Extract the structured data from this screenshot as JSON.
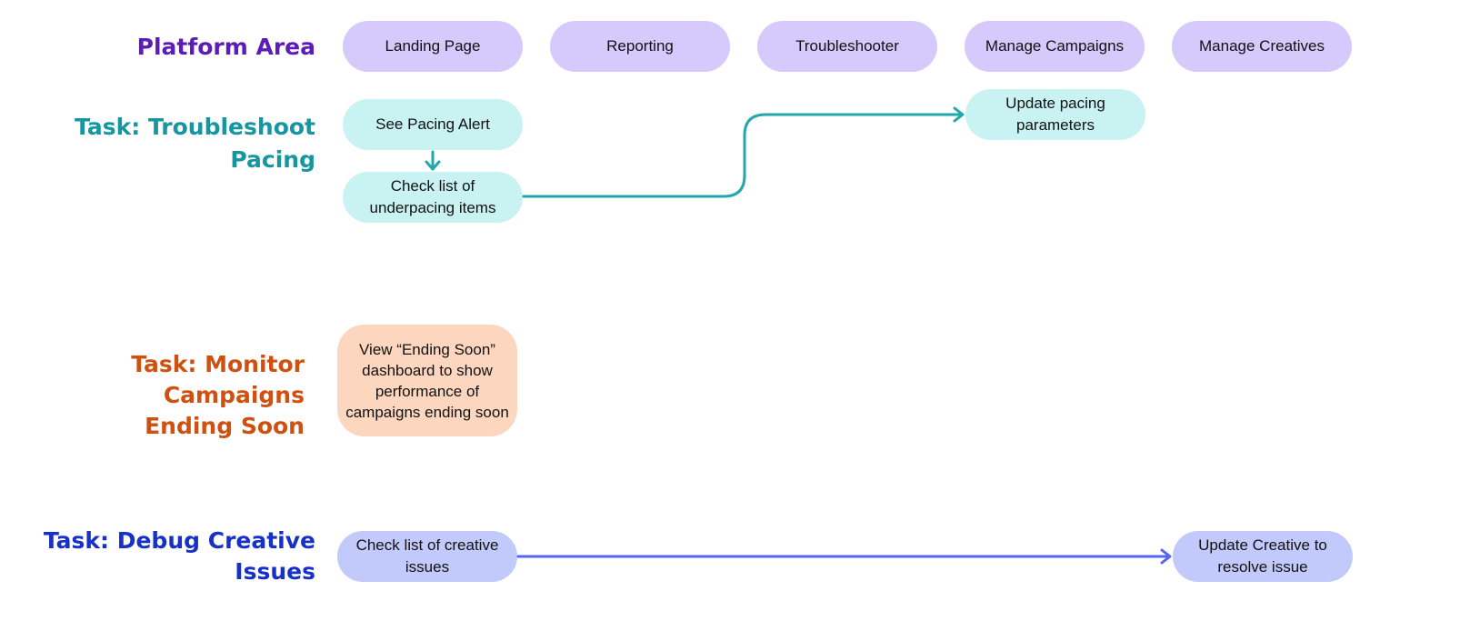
{
  "colors": {
    "platform": "#5b1cb8",
    "troubleshoot": "#1596a0",
    "monitor": "#d0510f",
    "debug": "#1630c8",
    "teal_arrow": "#20a8ad",
    "blue_arrow": "#5566f0"
  },
  "labels": {
    "platform_area": "Platform Area",
    "troubleshoot_task": "Task: Troubleshoot Pacing",
    "monitor_task": "Task: Monitor Campaigns\nEnding Soon",
    "debug_task": "Task: Debug Creative\nIssues"
  },
  "platform_areas": [
    "Landing Page",
    "Reporting",
    "Troubleshooter",
    "Manage Campaigns",
    "Manage Creatives"
  ],
  "troubleshoot_steps": {
    "see_alert": "See Pacing Alert",
    "check_underpacing": "Check list of\nunderpacing items",
    "update_pacing": "Update pacing\nparameters"
  },
  "monitor_steps": {
    "view_ending_soon": "View “Ending Soon”\ndashboard to show\nperformance of\ncampaigns ending soon"
  },
  "debug_steps": {
    "check_creative": "Check list of creative\nissues",
    "update_creative": "Update Creative to\nresolve issue"
  }
}
